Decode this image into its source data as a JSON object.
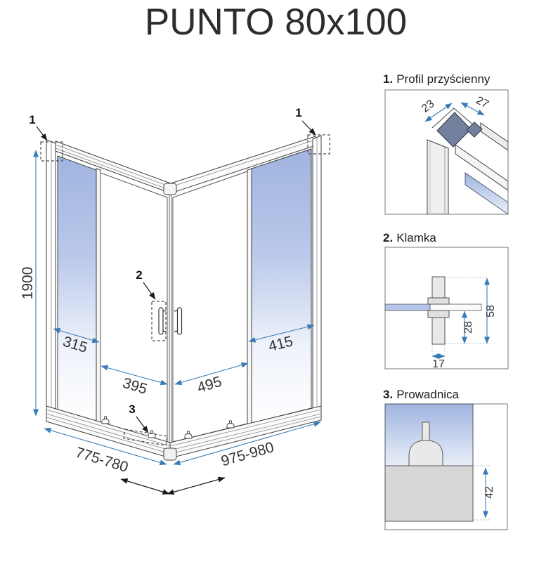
{
  "title": "PUNTO 80x100",
  "colors": {
    "dimension_blue": "#3b7cb8",
    "glass_blue": "#a3b7e0",
    "profile_slate": "#73819e",
    "outline": "#3f3f3f"
  },
  "main_drawing": {
    "callout_wall_profile_left": "1",
    "callout_wall_profile_right": "1",
    "callout_handle": "2",
    "callout_guide": "3",
    "dim_height": "1900",
    "dim_left_fixed_panel": "315",
    "dim_left_door": "395",
    "dim_right_door": "495",
    "dim_right_fixed_panel": "415",
    "dim_left_side": "775-780",
    "dim_right_side": "975-980"
  },
  "details": [
    {
      "number": "1.",
      "label": "Profil przyścienny",
      "dim_depth": "23",
      "dim_width": "27"
    },
    {
      "number": "2.",
      "label": "Klamka",
      "dim_total_height": "58",
      "dim_lower_height": "28",
      "dim_width": "17"
    },
    {
      "number": "3.",
      "label": "Prowadnica",
      "dim_height": "42"
    }
  ]
}
